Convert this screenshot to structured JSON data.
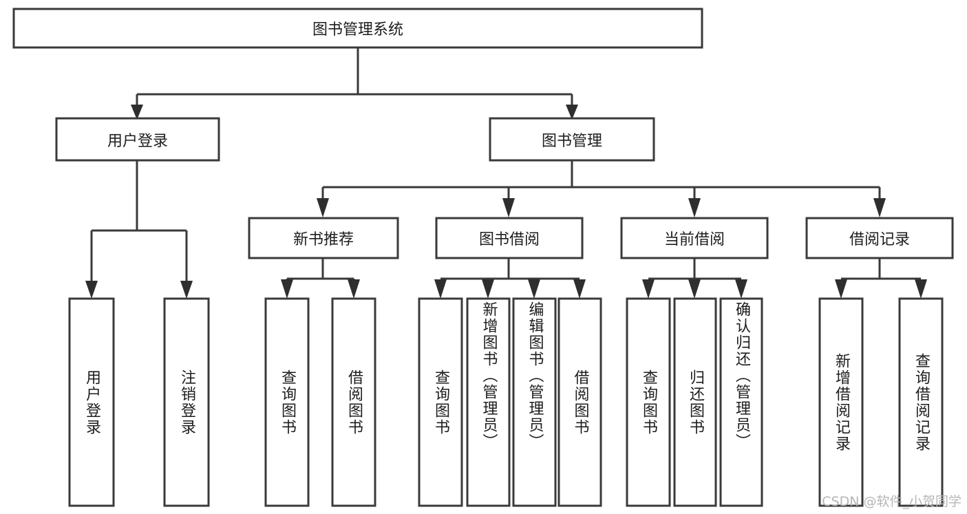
{
  "diagram": {
    "type": "tree-hierarchy-flowchart",
    "title": "图书管理系统",
    "watermark": "CSDN @软件_小贺同学",
    "colors": {
      "background": "#ffffff",
      "box_stroke": "#3a3a3a",
      "connector": "#3a3a3a",
      "text": "#1d1d1d",
      "watermark": "#b6b6b6"
    },
    "levels": {
      "root": "图书管理系统",
      "level2": [
        "用户登录",
        "图书管理"
      ],
      "level3": [
        "新书推荐",
        "图书借阅",
        "当前借阅",
        "借阅记录"
      ]
    },
    "nodes": {
      "root": {
        "label": "图书管理系统",
        "orientation": "horizontal"
      },
      "user_login": {
        "label": "用户登录",
        "orientation": "horizontal"
      },
      "book_manage": {
        "label": "图书管理",
        "orientation": "horizontal"
      },
      "new_book_rec": {
        "label": "新书推荐",
        "orientation": "horizontal"
      },
      "book_borrow": {
        "label": "图书借阅",
        "orientation": "horizontal"
      },
      "current_borrow": {
        "label": "当前借阅",
        "orientation": "horizontal"
      },
      "borrow_record": {
        "label": "借阅记录",
        "orientation": "horizontal"
      },
      "leaf_01": {
        "label": "用户登录",
        "orientation": "vertical",
        "parent": "用户登录"
      },
      "leaf_02": {
        "label": "注销登录",
        "orientation": "vertical",
        "parent": "用户登录"
      },
      "leaf_03": {
        "label": "查询图书",
        "orientation": "vertical",
        "parent": "新书推荐"
      },
      "leaf_04": {
        "label": "借阅图书",
        "orientation": "vertical",
        "parent": "新书推荐"
      },
      "leaf_05": {
        "label": "查询图书",
        "orientation": "vertical",
        "parent": "图书借阅"
      },
      "leaf_06": {
        "label": "新增图书（管理员）",
        "orientation": "vertical",
        "parent": "图书借阅"
      },
      "leaf_07": {
        "label": "编辑图书（管理员）",
        "orientation": "vertical",
        "parent": "图书借阅"
      },
      "leaf_08": {
        "label": "借阅图书",
        "orientation": "vertical",
        "parent": "图书借阅"
      },
      "leaf_09": {
        "label": "查询图书",
        "orientation": "vertical",
        "parent": "当前借阅"
      },
      "leaf_10": {
        "label": "归还图书",
        "orientation": "vertical",
        "parent": "当前借阅"
      },
      "leaf_11": {
        "label": "确认归还（管理员）",
        "orientation": "vertical",
        "parent": "当前借阅"
      },
      "leaf_12": {
        "label": "新增借阅记录",
        "orientation": "vertical",
        "parent": "借阅记录"
      },
      "leaf_13": {
        "label": "查询借阅记录",
        "orientation": "vertical",
        "parent": "借阅记录"
      }
    }
  }
}
